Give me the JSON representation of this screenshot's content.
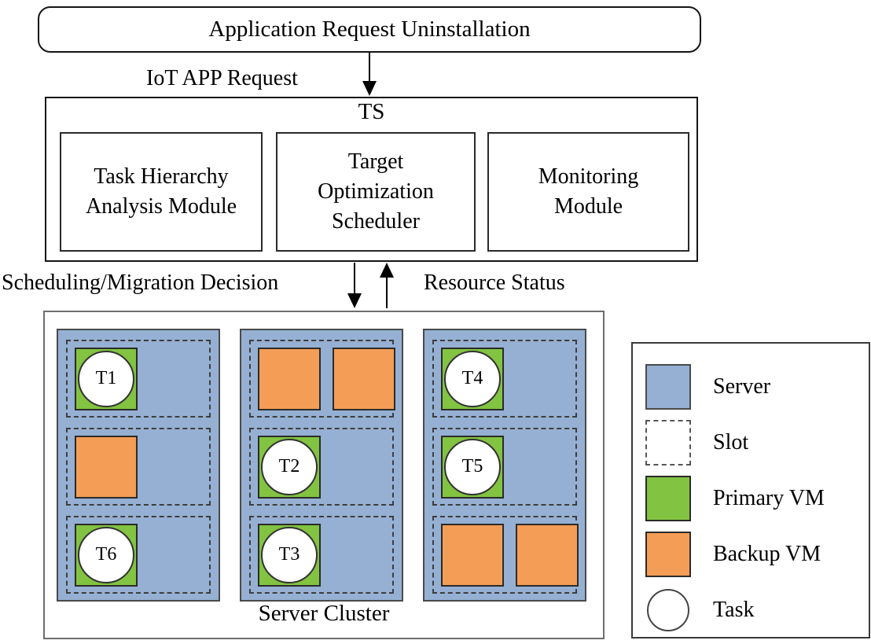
{
  "title": "Application Request Uninstallation",
  "labels": {
    "iot_app_request": "IoT APP Request",
    "scheduling_decision": "Scheduling/Migration Decision",
    "resource_status": "Resource Status",
    "server_cluster": "Server Cluster"
  },
  "ts": {
    "title": "TS",
    "modules": [
      {
        "label": "Task Hierarchy\nAnalysis Module"
      },
      {
        "label": "Target\nOptimization\nScheduler"
      },
      {
        "label": "Monitoring\nModule"
      }
    ]
  },
  "cluster": {
    "servers": [
      {
        "name": "server-1",
        "slots": [
          {
            "vms": [
              {
                "type": "primary",
                "task": "T1"
              }
            ]
          },
          {
            "vms": [
              {
                "type": "backup"
              }
            ]
          },
          {
            "vms": [
              {
                "type": "primary",
                "task": "T6"
              }
            ]
          }
        ]
      },
      {
        "name": "server-2",
        "slots": [
          {
            "vms": [
              {
                "type": "backup"
              },
              {
                "type": "backup"
              }
            ]
          },
          {
            "vms": [
              {
                "type": "primary",
                "task": "T2"
              }
            ]
          },
          {
            "vms": [
              {
                "type": "primary",
                "task": "T3"
              }
            ]
          }
        ]
      },
      {
        "name": "server-3",
        "slots": [
          {
            "vms": [
              {
                "type": "primary",
                "task": "T4"
              }
            ]
          },
          {
            "vms": [
              {
                "type": "primary",
                "task": "T5"
              }
            ]
          },
          {
            "vms": [
              {
                "type": "backup"
              },
              {
                "type": "backup"
              }
            ]
          }
        ]
      }
    ]
  },
  "legend": {
    "items": [
      {
        "symbol": "server",
        "label": "Server"
      },
      {
        "symbol": "slot",
        "label": "Slot"
      },
      {
        "symbol": "primary-vm",
        "label": "Primary VM"
      },
      {
        "symbol": "backup-vm",
        "label": "Backup VM"
      },
      {
        "symbol": "task",
        "label": "Task"
      }
    ]
  },
  "colors": {
    "server_fill": "#95B0D3",
    "primary_vm_fill": "#82C341",
    "backup_vm_fill": "#F49D56",
    "task_fill": "#FFFFFF",
    "outline": "#151515"
  }
}
